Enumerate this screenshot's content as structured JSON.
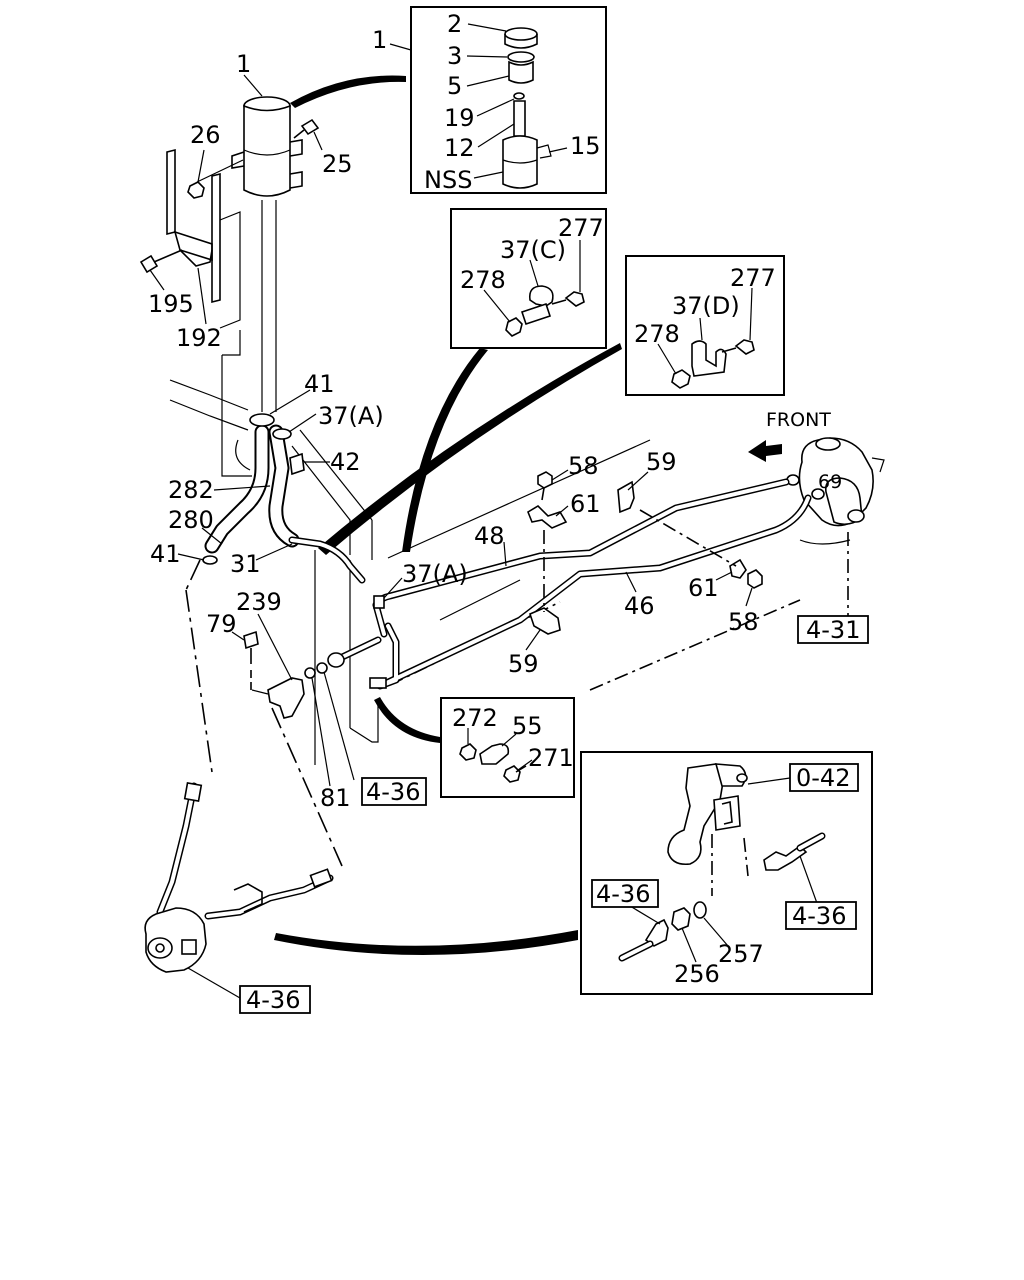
{
  "front_label": "FRONT",
  "callouts": {
    "c1_top": "1",
    "c1_inset": "1",
    "c2": "2",
    "c3": "3",
    "c5": "5",
    "c19": "19",
    "c12": "12",
    "c15": "15",
    "nss": "NSS",
    "c26": "26",
    "c25": "25",
    "c195": "195",
    "c192": "192",
    "c277_c": "277",
    "c37c": "37(C)",
    "c278_c": "278",
    "c277_d": "277",
    "c37d": "37(D)",
    "c278_d": "278",
    "c41_top": "41",
    "c37a_top": "37(A)",
    "c42": "42",
    "c282": "282",
    "c280": "280",
    "c41_left": "41",
    "c31": "31",
    "c48": "48",
    "c58_top": "58",
    "c59_top": "59",
    "c61_top": "61",
    "c69": "69",
    "c37a_mid": "37(A)",
    "c46": "46",
    "c61_bot": "61",
    "c58_bot": "58",
    "c59_bot": "59",
    "c239": "239",
    "c79": "79",
    "c81": "81",
    "c272": "272",
    "c55": "55",
    "c271": "271",
    "c257": "257",
    "c256": "256"
  },
  "ref_boxes": {
    "r431": "4-31",
    "r436_mid": "4-36",
    "r042": "0-42",
    "r436_inset_left": "4-36",
    "r436_inset_right": "4-36",
    "r436_bottom": "4-36"
  }
}
